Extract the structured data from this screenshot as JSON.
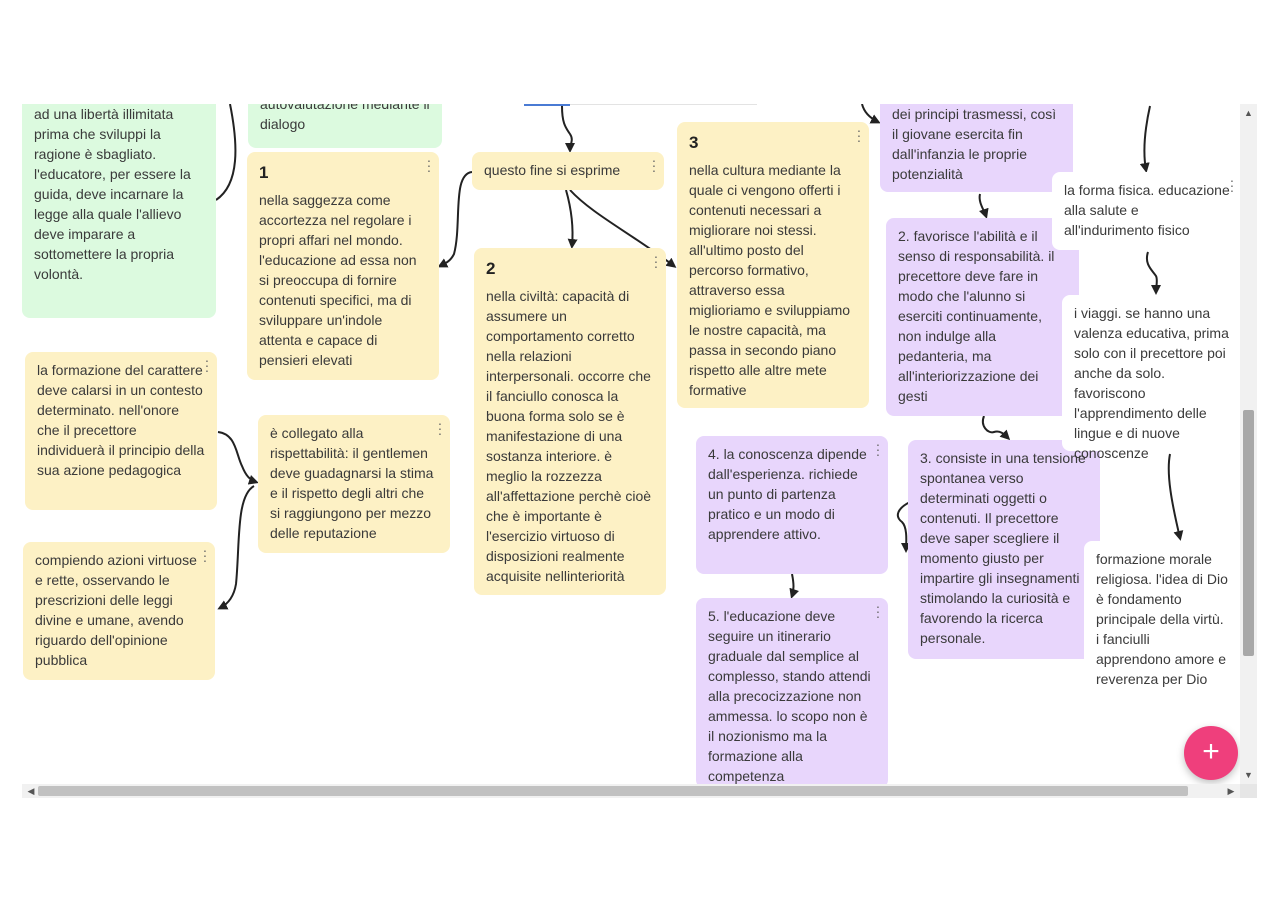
{
  "board": {
    "notes": [
      {
        "id": "n-green-left",
        "text": "ad una libertà illimitata prima che sviluppi la ragione è sbagliato. l'educatore, per essere la guida, deve incarnare la legge alla quale l'allievo deve imparare a sottomettere la propria volontà."
      },
      {
        "id": "n-green-top",
        "text": "autovalutazione mediante il dialogo"
      },
      {
        "id": "n-1",
        "number": "1",
        "text": "nella saggezza come accortezza nel regolare i propri affari nel mondo. l'educazione ad essa non si preoccupa di fornire contenuti specifici, ma di sviluppare un'indole attenta e capace di pensieri elevati"
      },
      {
        "id": "n-fine",
        "text": "questo fine si esprime"
      },
      {
        "id": "n-2",
        "number": "2",
        "text": "nella civiltà: capacità di assumere un comportamento corretto nella relazioni interpersonali. occorre che il fanciullo conosca la buona forma solo se è manifestazione di una sostanza interiore. è meglio la rozzezza all'affettazione perchè cioè che è importante è l'esercizio virtuoso di disposizioni realmente acquisite nellinteriorità"
      },
      {
        "id": "n-3",
        "number": "3",
        "text": "nella cultura mediante la quale ci vengono offerti i contenuti necessari a migliorare noi stessi. all'ultimo posto del percorso formativo, attraverso essa miglioriamo e sviluppiamo le nostre capacità, ma passa in secondo piano rispetto alle altre mete formative"
      },
      {
        "id": "n-formazione",
        "text": "la formazione del carattere deve calarsi in un contesto determinato. nell'onore che il precettore individuerà il principio della sua azione pedagogica"
      },
      {
        "id": "n-collegato",
        "text": "è collegato alla rispettabilità: il gentlemen deve guadagnarsi la stima e il rispetto degli altri che si raggiungono per mezzo delle reputazione"
      },
      {
        "id": "n-compiendo",
        "text": "compiendo azioni virtuose e rette, osservando le prescrizioni delle leggi divine e umane, avendo riguardo dell'opinione pubblica"
      },
      {
        "id": "n-principi",
        "text": "dei principi trasmessi, così il giovane esercita fin dall'infanzia le proprie potenzialità"
      },
      {
        "id": "n-p2",
        "text": "2. favorisce l'abilità e il senso di responsabilità. il precettore deve fare in modo che l'alunno si eserciti continuamente, non indulge alla pedanteria, ma all'interiorizzazione dei gesti"
      },
      {
        "id": "n-p3",
        "text": "3. consiste in una tensione spontanea verso determinati oggetti o contenuti. Il precettore deve saper scegliere il momento giusto per impartire gli insegnamenti stimolando la curiosità e favorendo la ricerca personale."
      },
      {
        "id": "n-p4",
        "text": "4. la conoscenza dipende dall'esperienza. richiede un punto di partenza pratico e un modo di apprendere attivo."
      },
      {
        "id": "n-p5",
        "text": "5. l'educazione deve seguire un itinerario graduale dal semplice al complesso, stando attendi alla precocizzazione non ammessa. lo scopo non è il nozionismo ma la formazione alla competenza"
      },
      {
        "id": "n-fisica",
        "text": "la forma fisica. educazione alla salute e all'indurimento fisico"
      },
      {
        "id": "n-viaggi",
        "text": "i viaggi. se hanno una valenza educativa, prima solo con il precettore poi anche da solo. favoriscono l'apprendimento delle lingue e di nuove conoscenze"
      },
      {
        "id": "n-morale",
        "text": "formazione morale religiosa. l'idea di Dio è fondamento principale della virtù. i fanciulli apprendono amore e reverenza per Dio"
      }
    ]
  },
  "fab": {
    "label": "+"
  },
  "colors": {
    "yellow": "#fdf1c5",
    "green": "#dcfadf",
    "purple": "#e8d6fc",
    "fab": "#ef3f7c"
  },
  "icons": {
    "note_menu": "more-vertical-icon",
    "fab": "plus-icon"
  }
}
